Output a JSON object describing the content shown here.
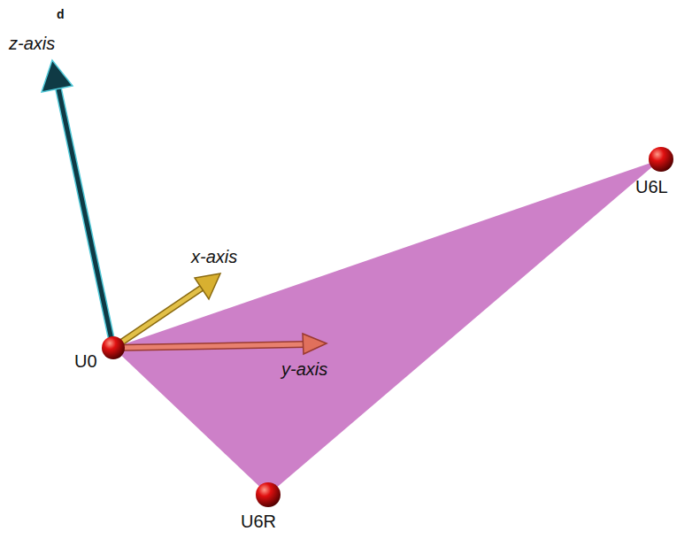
{
  "diagram": {
    "labels": [
      "d",
      "z-axis",
      "x-axis",
      "y-axis",
      "U0",
      "U6L",
      "U6R"
    ]
  }
}
